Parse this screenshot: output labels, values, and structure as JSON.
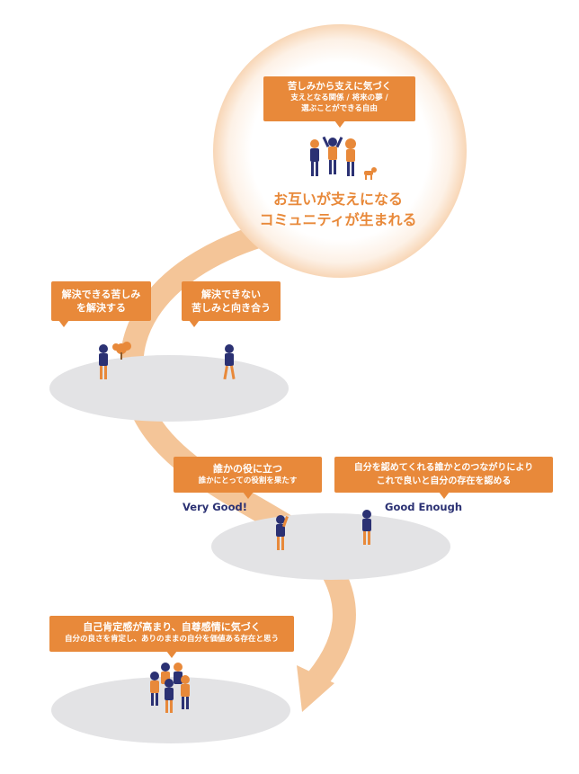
{
  "colors": {
    "accent": "#e8893a",
    "path": "#f4c598",
    "platform": "#e3e3e5",
    "navy": "#2b3173",
    "glow": "#fbe6d1"
  },
  "goal": {
    "callout_title": "苦しみから支えに気づく",
    "callout_line2": "支えとなる関係 / 将来の夢 /",
    "callout_line3": "選ぶことができる自由",
    "headline_1": "お互いが支えになる",
    "headline_2": "コミュニティが生まれる"
  },
  "stage1": {
    "left_line1": "解決できる苦しみ",
    "left_line2": "を解決する",
    "right_line1": "解決できない",
    "right_line2": "苦しみと向き合う"
  },
  "stage2": {
    "left_title": "誰かの役に立つ",
    "left_sub": "誰かにとっての役割を果たす",
    "right_line1": "自分を認めてくれる誰かとのつながりにより",
    "right_line2": "これで良いと自分の存在を認める",
    "left_label": "Very Good!",
    "right_label": "Good Enough"
  },
  "stage3": {
    "title": "自己肯定感が高まり、自尊感情に気づく",
    "sub": "自分の良さを肯定し、ありのままの自分を価値ある存在と思う"
  }
}
